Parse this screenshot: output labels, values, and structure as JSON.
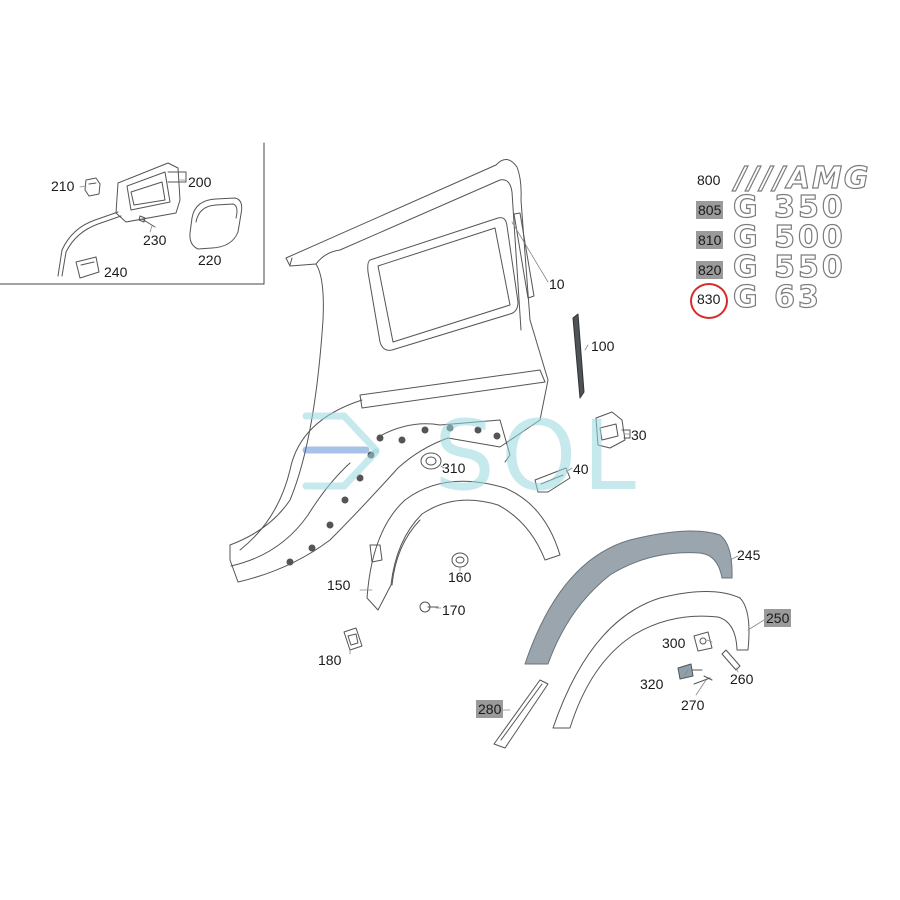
{
  "parts": [
    {
      "id": "210",
      "label": "210",
      "highlight": false
    },
    {
      "id": "200",
      "label": "200",
      "highlight": false
    },
    {
      "id": "230",
      "label": "230",
      "highlight": false
    },
    {
      "id": "240",
      "label": "240",
      "highlight": false
    },
    {
      "id": "220",
      "label": "220",
      "highlight": false
    },
    {
      "id": "10",
      "label": "10",
      "highlight": false
    },
    {
      "id": "100",
      "label": "100",
      "highlight": false
    },
    {
      "id": "30",
      "label": "30",
      "highlight": false
    },
    {
      "id": "40",
      "label": "40",
      "highlight": false
    },
    {
      "id": "310",
      "label": "310",
      "highlight": false
    },
    {
      "id": "150",
      "label": "150",
      "highlight": false
    },
    {
      "id": "160",
      "label": "160",
      "highlight": false
    },
    {
      "id": "170",
      "label": "170",
      "highlight": false
    },
    {
      "id": "180",
      "label": "180",
      "highlight": false
    },
    {
      "id": "245",
      "label": "245",
      "highlight": false
    },
    {
      "id": "250",
      "label": "250",
      "highlight": true
    },
    {
      "id": "300",
      "label": "300",
      "highlight": false
    },
    {
      "id": "320",
      "label": "320",
      "highlight": false
    },
    {
      "id": "260",
      "label": "260",
      "highlight": false
    },
    {
      "id": "270",
      "label": "270",
      "highlight": false
    },
    {
      "id": "280",
      "label": "280",
      "highlight": true
    }
  ],
  "badges": [
    {
      "num": "800",
      "text": "////AMG",
      "highlight": false,
      "circled": false
    },
    {
      "num": "805",
      "text": "G 350",
      "highlight": true,
      "circled": false
    },
    {
      "num": "810",
      "text": "G 500",
      "highlight": true,
      "circled": false
    },
    {
      "num": "820",
      "text": "G 550",
      "highlight": true,
      "circled": false
    },
    {
      "num": "830",
      "text": "G 63",
      "highlight": false,
      "circled": true
    }
  ],
  "watermark": "SOL",
  "colors": {
    "line": "#555555",
    "fill_part": "#9aa5ad",
    "highlight_bg": "#9a9a9a",
    "circle": "#d62b2b",
    "watermark": "#96d7dc"
  }
}
